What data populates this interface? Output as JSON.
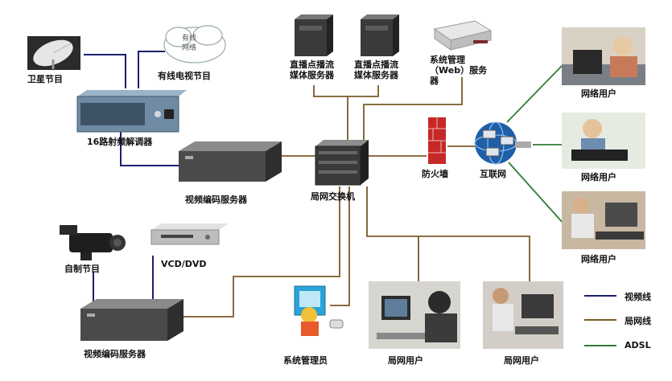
{
  "labels": {
    "satellite": "卫星节目",
    "cable": "有线电视节目",
    "cloud": "有线\n网络",
    "demod": "16路射频解调器",
    "encoder1": "视频编码服务器",
    "encoder2": "视频编码服务器",
    "live_server_1": "直播点播流\n媒体服务器",
    "live_server_2": "直播点播流\n媒体服务器",
    "sys_mgmt": "系统管理\n（Web）服务\n器",
    "switch": "局网交换机",
    "firewall": "防火墙",
    "internet": "互联网",
    "net_user_1": "网络用户",
    "net_user_2": "网络用户",
    "net_user_3": "网络用户",
    "self_made": "自制节目",
    "vcd": "VCD/DVD",
    "admin": "系统管理员",
    "lan_user_1": "局网用户",
    "lan_user_2": "局网用户"
  },
  "legend": [
    {
      "label": "视频线",
      "color": "#1a1f6e"
    },
    {
      "label": "局网线",
      "color": "#7a5a2a"
    },
    {
      "label": "ADSL",
      "color": "#2e7d32"
    }
  ],
  "colors": {
    "video_line": "#1a1f6e",
    "lan_line": "#7a5a2a",
    "adsl_line": "#2e7d32",
    "firewall": "#c62828"
  }
}
